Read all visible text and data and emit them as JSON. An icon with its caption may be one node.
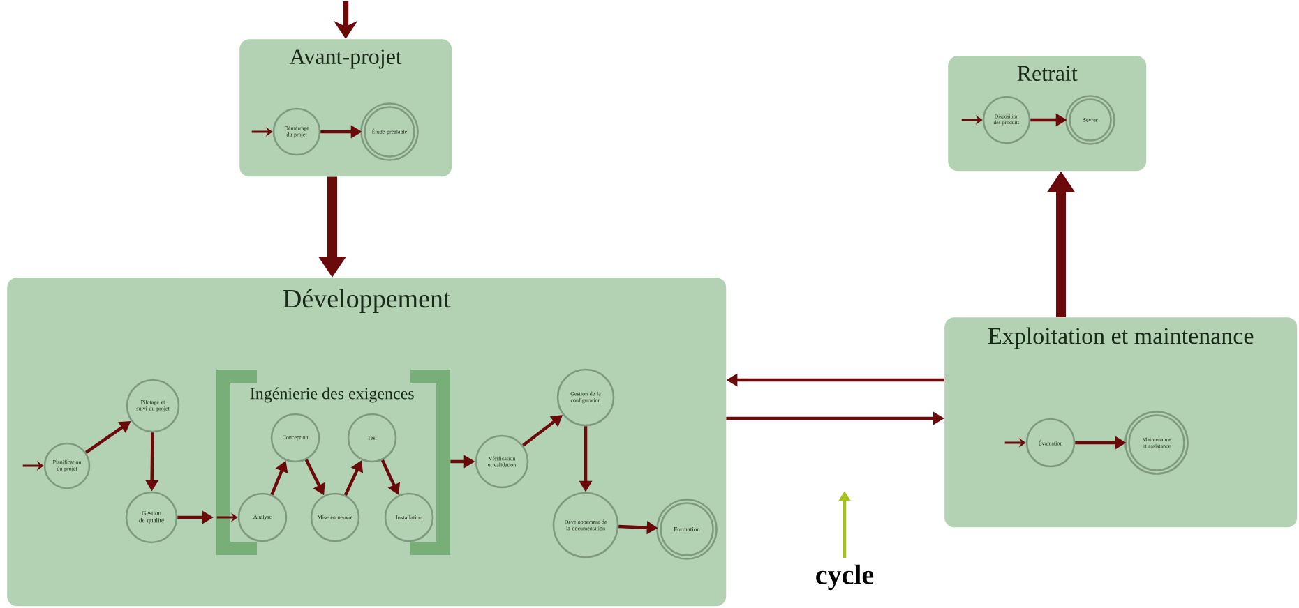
{
  "diagram": {
    "nodes": [
      {
        "text": [
          "Avant-projet"
        ]
      },
      {
        "text": [
          "Démarrage du projet"
        ],
        "in": 0
      },
      {
        "text": [
          "Étude préalable"
        ],
        "in": 0
      },
      {
        "text": [
          "Retrait"
        ]
      },
      {
        "text": [
          "Disposition des produits"
        ],
        "in": 3
      },
      {
        "text": [
          "Sevrer"
        ],
        "in": 3
      },
      {
        "text": [
          "Développement"
        ]
      },
      {
        "text": [
          "Planification du projet"
        ],
        "in": 6
      },
      {
        "text": [
          "Pilotage et suivi du projet"
        ],
        "in": 6
      },
      {
        "text": [
          "Gestion de qualité"
        ],
        "in": 6
      },
      {
        "text": [
          "Ingénierie des exigences"
        ],
        "in": 6
      },
      {
        "text": [
          "Analyse"
        ],
        "in": 10
      },
      {
        "text": [
          "Conception"
        ],
        "in": 10
      },
      {
        "text": [
          "Mise en oeuvre"
        ],
        "in": 10
      },
      {
        "text": [
          "Test"
        ],
        "in": 10
      },
      {
        "text": [
          "Installation"
        ],
        "in": 10
      },
      {
        "text": [
          "Vérification et validation"
        ],
        "in": 6
      },
      {
        "text": [
          "Gestion de la configuration"
        ],
        "in": 6
      },
      {
        "text": [
          "Développement de la documentation"
        ],
        "in": 6
      },
      {
        "text": [
          "Formation"
        ],
        "in": 6
      },
      {
        "text": [
          "Exploitation et maintenance"
        ]
      },
      {
        "text": [
          "Évaluation"
        ],
        "in": 20
      },
      {
        "text": [
          "Maintenance et assistance"
        ],
        "in": 20
      }
    ],
    "edges": [
      {
        "from": null,
        "to": 0,
        "arrow": "to"
      },
      {
        "from": null,
        "to": 1,
        "arrow": "to"
      },
      {
        "from": 1,
        "to": 2,
        "arrow": "to"
      },
      {
        "from": null,
        "to": 4,
        "arrow": "to"
      },
      {
        "from": 4,
        "to": 5,
        "arrow": "to"
      },
      {
        "from": 0,
        "to": 6,
        "arrow": "to",
        "style": "thick"
      },
      {
        "from": null,
        "to": 7,
        "arrow": "to"
      },
      {
        "from": 7,
        "to": 8,
        "arrow": "to"
      },
      {
        "from": 8,
        "to": 9,
        "arrow": "to"
      },
      {
        "from": 9,
        "to": 10,
        "arrow": "to"
      },
      {
        "from": null,
        "to": 11,
        "arrow": "to"
      },
      {
        "from": 11,
        "to": 12,
        "arrow": "to"
      },
      {
        "from": 12,
        "to": 13,
        "arrow": "to"
      },
      {
        "from": 13,
        "to": 14,
        "arrow": "to"
      },
      {
        "from": 14,
        "to": 15,
        "arrow": "to"
      },
      {
        "from": 10,
        "to": 16,
        "arrow": "to"
      },
      {
        "from": 16,
        "to": 17,
        "arrow": "to"
      },
      {
        "from": 17,
        "to": 18,
        "arrow": "to"
      },
      {
        "from": 18,
        "to": 19,
        "arrow": "to"
      },
      {
        "from": 20,
        "to": 6,
        "arrow": "to"
      },
      {
        "from": 6,
        "to": 20,
        "arrow": "to"
      },
      {
        "from": 20,
        "to": 3,
        "arrow": "to",
        "style": "thick"
      },
      {
        "from": null,
        "to": 21,
        "arrow": "to"
      },
      {
        "from": 21,
        "to": 22,
        "arrow": "to"
      }
    ],
    "labels": [
      "cycle"
    ]
  }
}
